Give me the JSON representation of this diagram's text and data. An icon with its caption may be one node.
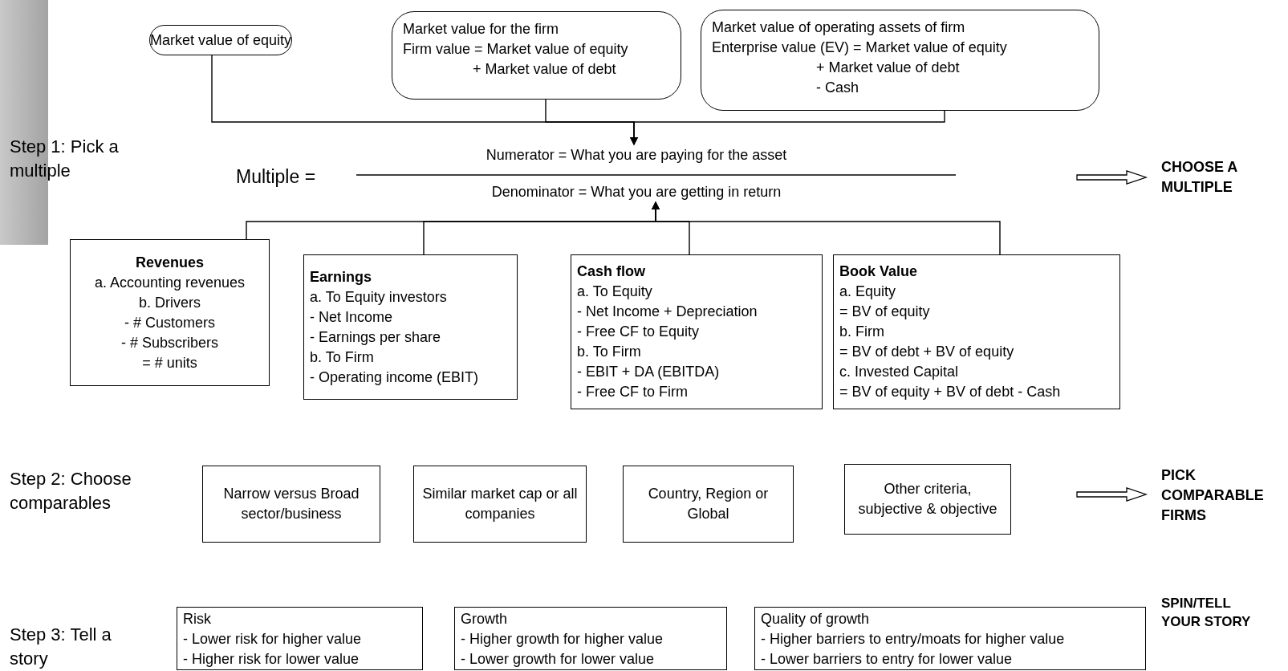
{
  "diagram": {
    "nodes": [
      {
        "text": [
          "Market value of equity"
        ]
      },
      {
        "text": [
          "Market value for the firm",
          "Firm value = Market value of equity",
          "+ Market value of debt"
        ]
      },
      {
        "text": [
          "Market value of operating assets of firm",
          "Enterprise value (EV) = Market value of equity",
          "+ Market value of debt",
          "- Cash"
        ]
      },
      {
        "text": [
          "Numerator = What you are paying for the asset"
        ]
      },
      {
        "text": [
          "Denominator = What you are getting in return"
        ]
      },
      {
        "text": [
          "Revenues",
          "a. Accounting revenues",
          "b. Drivers",
          "- # Customers",
          "- # Subscribers",
          "= # units"
        ]
      },
      {
        "text": [
          "Earnings",
          "a. To Equity investors",
          "- Net Income",
          "- Earnings per share",
          "b. To Firm",
          "- Operating income (EBIT)"
        ]
      },
      {
        "text": [
          "Cash flow",
          "a. To Equity",
          "- Net Income + Depreciation",
          "- Free CF to Equity",
          "b. To Firm",
          "- EBIT + DA (EBITDA)",
          "- Free CF to Firm"
        ]
      },
      {
        "text": [
          "Book Value",
          "a. Equity",
          "= BV of equity",
          "b. Firm",
          "= BV of debt + BV of equity",
          "c. Invested Capital",
          "= BV of equity + BV of debt - Cash"
        ]
      },
      {
        "text": [
          "CHOOSE A MULTIPLE"
        ]
      },
      {
        "text": [
          "Narrow versus Broad sector/business"
        ]
      },
      {
        "text": [
          "Similar market cap or all companies"
        ]
      },
      {
        "text": [
          "Country, Region or Global"
        ]
      },
      {
        "text": [
          "Other criteria, subjective & objective"
        ]
      },
      {
        "text": [
          "PICK COMPARABLE FIRMS"
        ]
      },
      {
        "text": [
          "Risk",
          "- Lower risk for higher value",
          "- Higher risk for lower value"
        ]
      },
      {
        "text": [
          "Growth",
          "- Higher growth for higher value",
          "- Lower growth for lower value"
        ]
      },
      {
        "text": [
          "Quality of growth",
          "- Higher barriers to entry/moats for higher value",
          "- Lower barriers to entry for lower value"
        ]
      },
      {
        "text": [],
        "shape": "bar"
      }
    ],
    "edges": [
      {
        "from": 0,
        "to": 3,
        "arrow": "to"
      },
      {
        "from": 1,
        "to": 3,
        "arrow": "to"
      },
      {
        "from": 2,
        "to": 3,
        "arrow": "to"
      },
      {
        "from": 5,
        "to": 4,
        "arrow": "to"
      },
      {
        "from": 6,
        "to": 4,
        "arrow": "to"
      },
      {
        "from": 7,
        "to": 4,
        "arrow": "to"
      },
      {
        "from": 8,
        "to": 4,
        "arrow": "to"
      },
      {
        "from": null,
        "to": 9,
        "arrow": "to",
        "style": "thick"
      },
      {
        "from": null,
        "to": 14,
        "arrow": "to",
        "style": "thick"
      }
    ],
    "labels": [
      "Step 1: Pick a multiple",
      "Multiple =",
      "Step 2: Choose comparables",
      "Step 3: Tell a story",
      "SPIN/TELL YOUR STORY"
    ]
  }
}
